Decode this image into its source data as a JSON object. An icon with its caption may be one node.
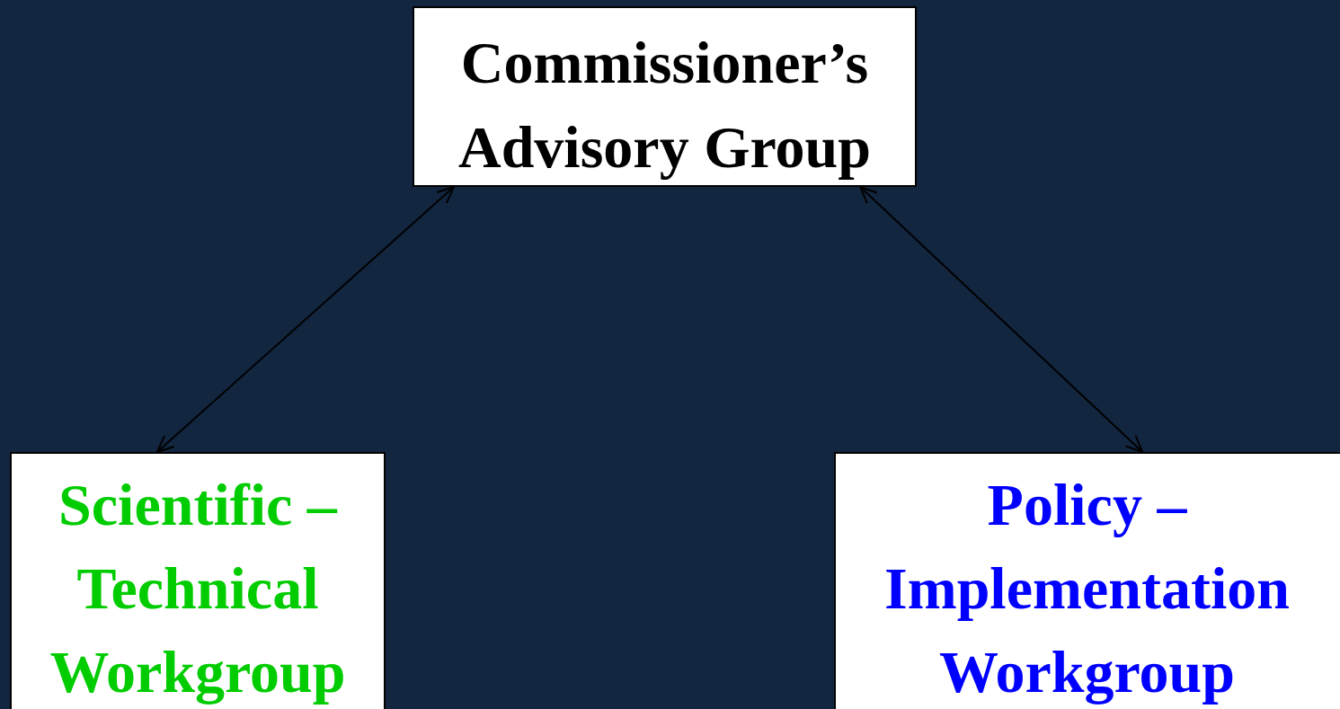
{
  "diagram": {
    "nodes": [
      {
        "text": [
          "Commissioner’s Advisory Group"
        ]
      },
      {
        "text": [
          "Scientific – Technical Workgroup"
        ]
      },
      {
        "text": [
          "Policy – Implementation Workgroup"
        ]
      }
    ],
    "edges": [
      {
        "from": 0,
        "to": 1,
        "arrow": "both"
      },
      {
        "from": 0,
        "to": 2,
        "arrow": "both"
      }
    ]
  }
}
